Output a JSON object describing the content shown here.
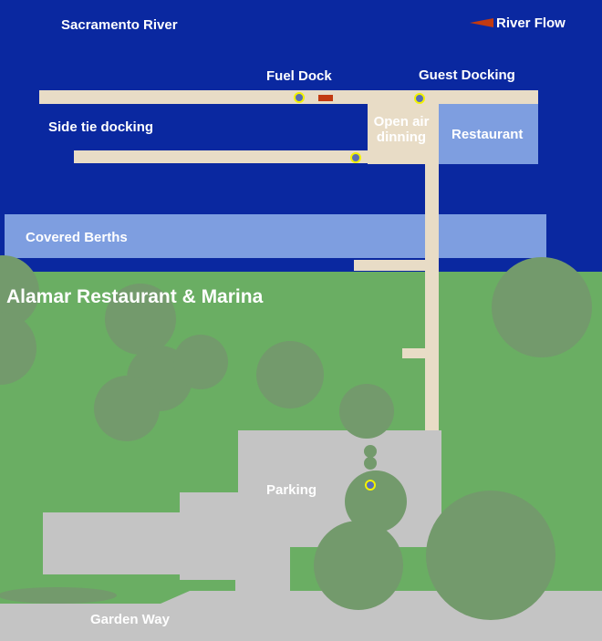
{
  "map": {
    "title": "Alamar Restaurant & Marina",
    "labels": {
      "river": "Sacramento River",
      "river_flow": "River Flow",
      "fuel_dock": "Fuel Dock",
      "guest_docking": "Guest Docking",
      "side_tie_docking": "Side tie docking",
      "open_air_line1": "Open air",
      "open_air_line2": "dinning",
      "restaurant": "Restaurant",
      "covered_berths": "Covered Berths",
      "parking": "Parking",
      "garden_way": "Garden Way"
    },
    "colors": {
      "water": "#0a28a0",
      "land": "#6aae63",
      "dock": "#e8dcc6",
      "building": "#7e9ee0",
      "pavement": "#c4c4c4",
      "tree": "#739a6c",
      "fuel_pump": "#c23a10",
      "flow_arrow": "#c23a10",
      "marker_ring": "#f2f200",
      "marker_center": "#5a6fb4"
    }
  }
}
